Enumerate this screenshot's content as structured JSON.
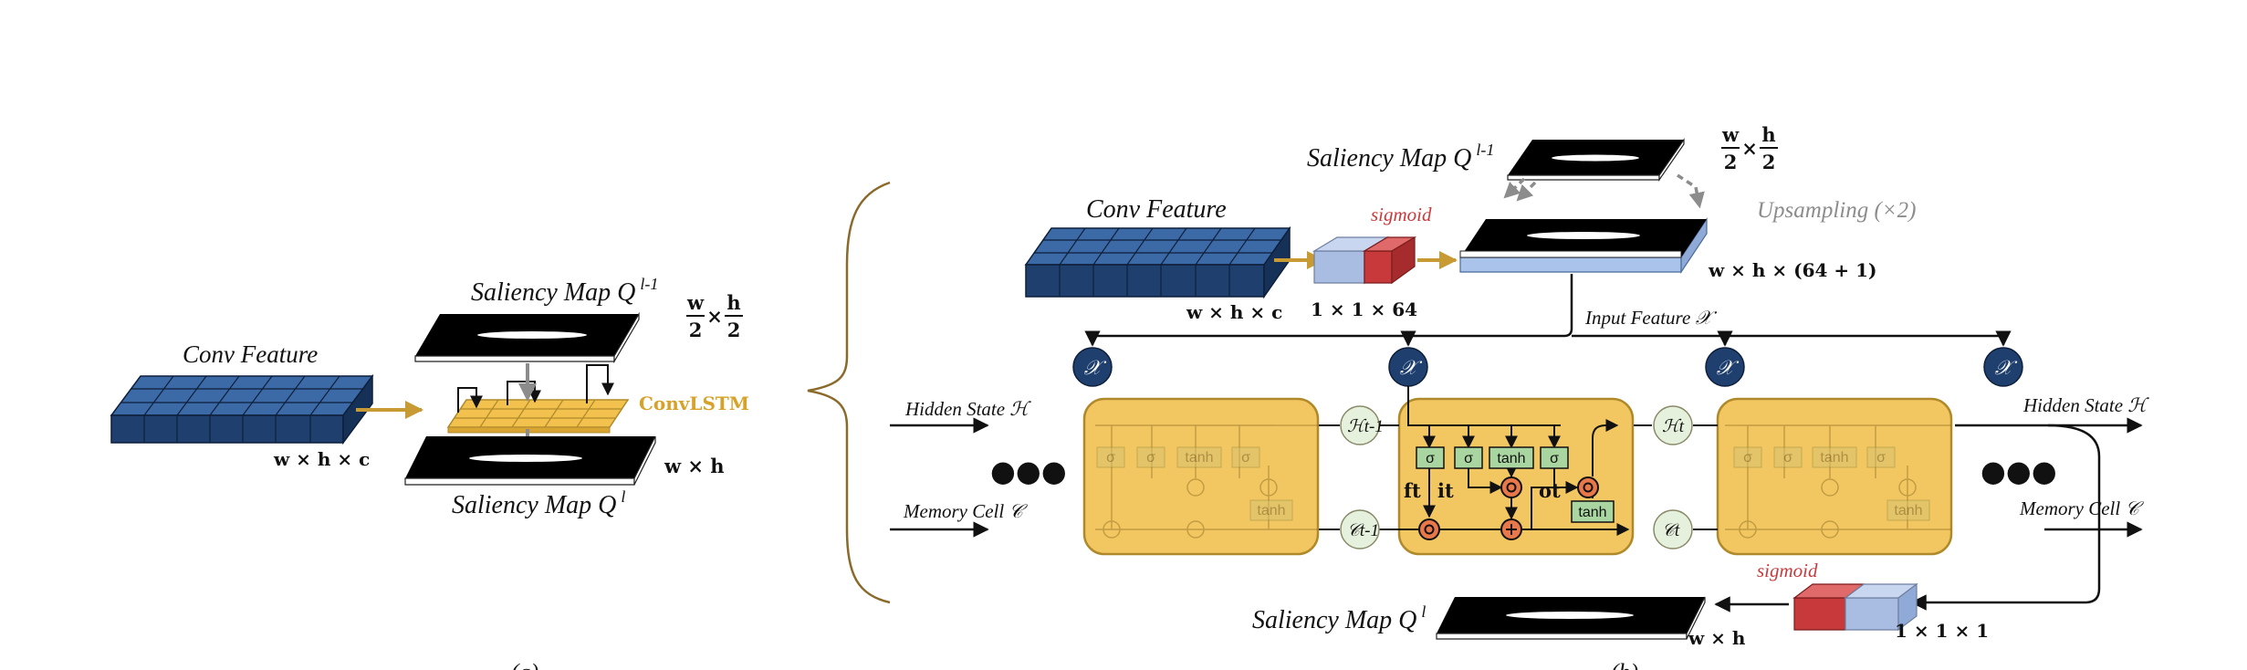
{
  "left": {
    "conv_feature_label": "Conv Feature",
    "feature_dims": "w × h × c",
    "saliency_prev_label": "Saliency Map Q",
    "saliency_prev_sup": "l-1",
    "half_w": "w",
    "half_h": "h",
    "half_den": "2",
    "times": "×",
    "convlstm_label": "ConvLSTM",
    "out_dims": "w × h",
    "saliency_out_label": "Saliency Map Q",
    "saliency_out_sup": "l"
  },
  "right": {
    "saliency_prev_label": "Saliency Map Q",
    "saliency_prev_sup": "l-1",
    "half_w": "w",
    "half_h": "h",
    "half_den": "2",
    "times": "×",
    "conv_feature_label": "Conv Feature",
    "sigmoid_top": "sigmoid",
    "upsampling_label": "Upsampling (×2)",
    "concat_dims": "w × h × (64 + 1)",
    "feature_dims": "w × h × c",
    "pooled_dims": "1 × 1 × 64",
    "input_feature_label": "Input Feature 𝒳",
    "x_symbol": "𝒳",
    "hidden_state_in": "Hidden State ℋ",
    "memory_cell_in": "Memory Cell 𝒞",
    "hidden_state_out": "Hidden State ℋ",
    "memory_cell_out": "Memory Cell 𝒞",
    "dots": "●●●",
    "gates": [
      "σ",
      "σ",
      "tanh",
      "σ"
    ],
    "out_tanh": "tanh",
    "h_prev": "ℋt-1",
    "c_prev": "𝒞t-1",
    "h_cur": "ℋt",
    "c_cur": "𝒞t",
    "f_label": "ft",
    "i_label": "it",
    "o_label": "ot",
    "sigmoid_bottom": "sigmoid",
    "out_pooled": "1 × 1 × 1",
    "saliency_out_label": "Saliency Map Q",
    "saliency_out_sup": "l",
    "out_dims": "w × h"
  },
  "captions": [
    "(a)",
    "(b)"
  ],
  "colors": {
    "feature_blue": "#1f3f6e",
    "gold": "#e9bd4e",
    "gold_border": "#b08a2a",
    "gate_green": "#a9d6a0",
    "red": "#c8393b",
    "lightblue": "#a9bde3",
    "brace": "#8a6a2a"
  }
}
